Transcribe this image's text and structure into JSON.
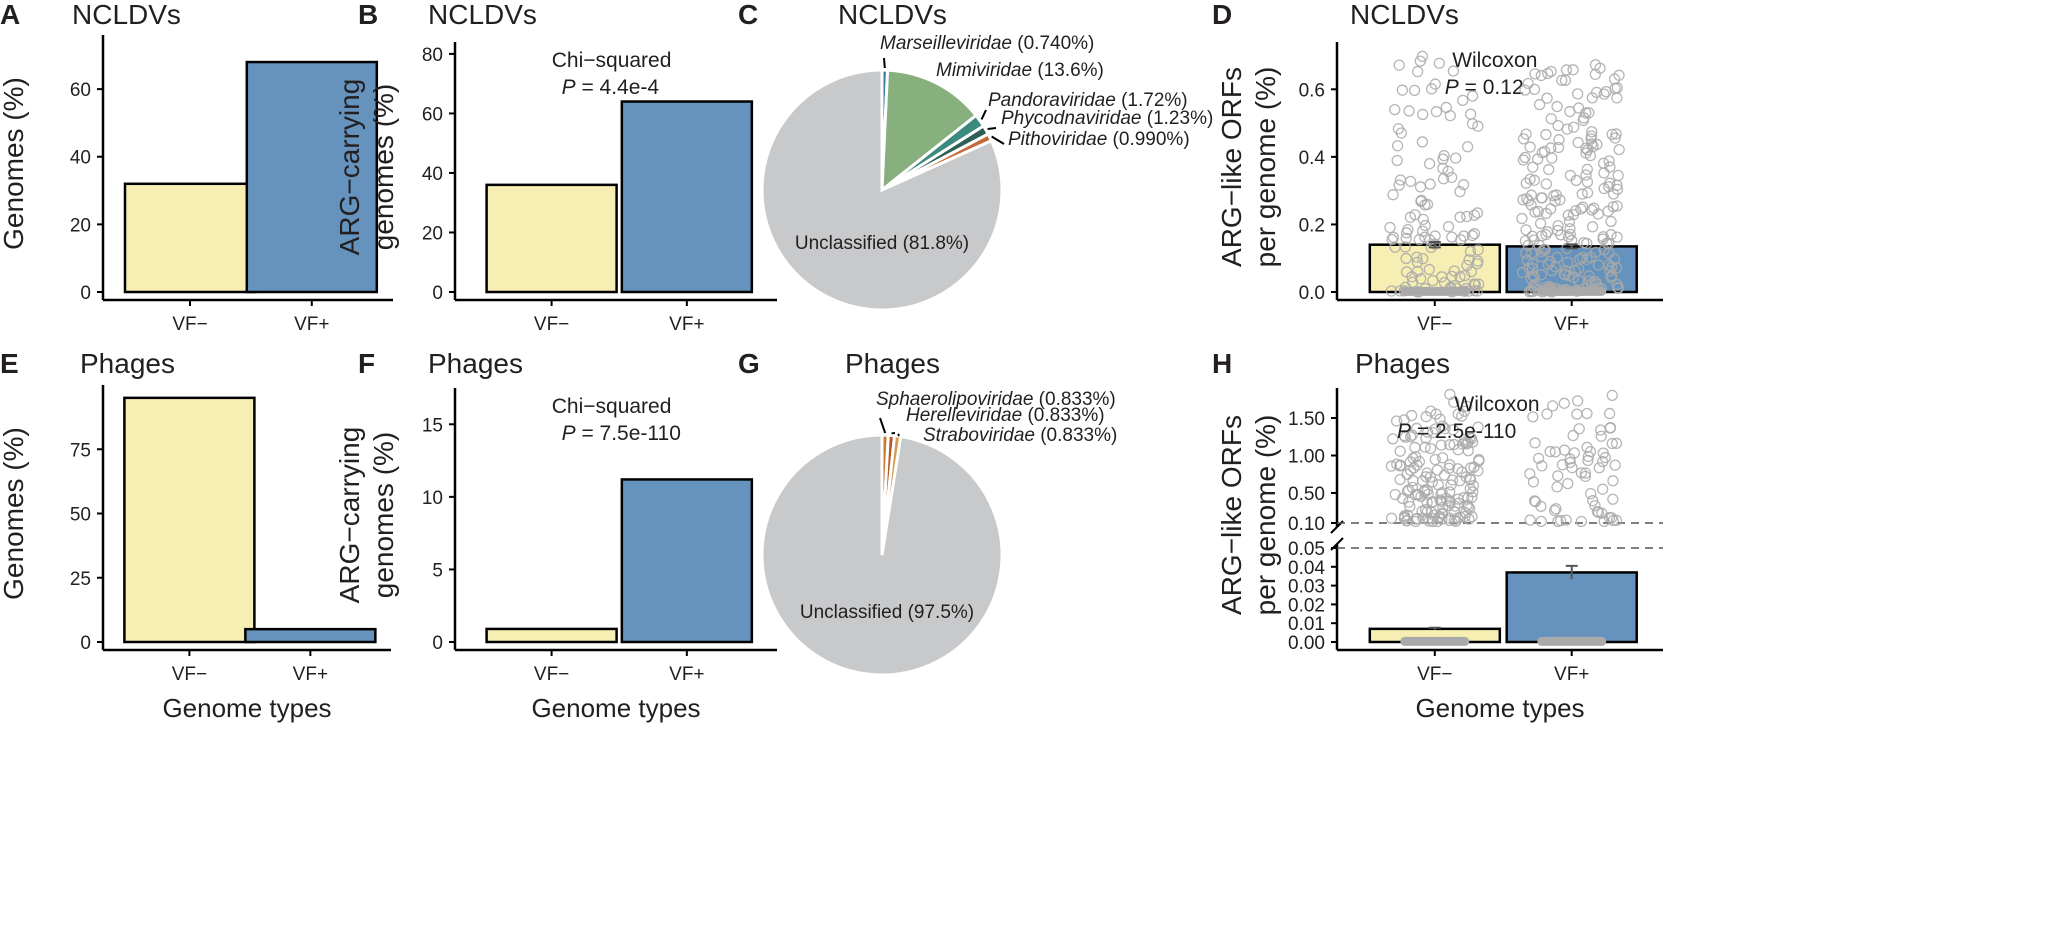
{
  "colors": {
    "vf_minus": "#f6eeb2",
    "vf_plus": "#6593bd",
    "unclassified": "#c8c9cb",
    "axis": "#000000",
    "points": "#a9a9a9"
  },
  "x_axis_title": "Genome types",
  "chart_data": [
    {
      "panel": "A",
      "type": "bar",
      "title": "NCLDVs",
      "ylabel": "Genomes (%)",
      "xlabel": "",
      "categories": [
        "VF−",
        "VF+"
      ],
      "values": [
        32,
        68
      ],
      "ylim": [
        0,
        76
      ],
      "yticks": [
        0,
        20,
        40,
        60
      ],
      "grid": false,
      "legend": "none"
    },
    {
      "panel": "B",
      "type": "bar",
      "title": "NCLDVs",
      "ylabel": "ARG−carrying genomes (%)",
      "ylabel_lines": [
        "ARG−carrying",
        "genomes (%)"
      ],
      "xlabel": "",
      "categories": [
        "VF−",
        "VF+"
      ],
      "values": [
        36,
        64
      ],
      "ylim": [
        0,
        84
      ],
      "yticks": [
        0,
        20,
        40,
        60,
        80
      ],
      "annotation": {
        "test": "Chi−squared",
        "p_prefix": "P",
        "p_rest": " = 4.4e-4"
      }
    },
    {
      "panel": "C",
      "type": "pie",
      "title": "NCLDVs",
      "slices": [
        {
          "label": "Marseilleviridae",
          "pct": "(0.740%)",
          "value": 0.74,
          "color": "#3a7ca5"
        },
        {
          "label": "Mimiviridae",
          "pct": "(13.6%)",
          "value": 13.6,
          "color": "#88b07e"
        },
        {
          "label": "Pandoraviridae",
          "pct": "(1.72%)",
          "value": 1.72,
          "color": "#3c8a7d"
        },
        {
          "label": "Phycodnaviridae",
          "pct": "(1.23%)",
          "value": 1.23,
          "color": "#2e5f57"
        },
        {
          "label": "Pithoviridae",
          "pct": "(0.990%)",
          "value": 0.99,
          "color": "#c26a3a"
        },
        {
          "label": "Unclassified",
          "pct": "(81.8%)",
          "value": 81.8,
          "color": "#c8c9cb"
        }
      ]
    },
    {
      "panel": "D",
      "type": "bar",
      "title": "NCLDVs",
      "ylabel": "ARG−like ORFs per genome (%)",
      "ylabel_lines": [
        "ARG−like ORFs",
        "per genome (%)"
      ],
      "xlabel": "",
      "categories": [
        "VF−",
        "VF+"
      ],
      "values": [
        0.14,
        0.135
      ],
      "errors": [
        0.008,
        0.006
      ],
      "ylim": [
        0,
        0.74
      ],
      "yticks": [
        0.0,
        0.2,
        0.4,
        0.6
      ],
      "tick_labels": [
        "0.0",
        "0.2",
        "0.4",
        "0.6"
      ],
      "points": "jittered open circles per genome, ranging 0 to ~0.7",
      "annotation": {
        "test": "Wilcoxon",
        "p_prefix": "P",
        "p_rest": " = 0.12"
      }
    },
    {
      "panel": "E",
      "type": "bar",
      "title": "Phages",
      "ylabel": "Genomes (%)",
      "xlabel": "Genome types",
      "categories": [
        "VF−",
        "VF+"
      ],
      "values": [
        95,
        5
      ],
      "ylim": [
        0,
        100
      ],
      "yticks": [
        0,
        25,
        50,
        75
      ]
    },
    {
      "panel": "F",
      "type": "bar",
      "title": "Phages",
      "ylabel": "ARG−carrying genomes (%)",
      "ylabel_lines": [
        "ARG−carrying",
        "genomes (%)"
      ],
      "xlabel": "Genome types",
      "categories": [
        "VF−",
        "VF+"
      ],
      "values": [
        0.9,
        11.2
      ],
      "ylim": [
        0,
        17.5
      ],
      "yticks": [
        0,
        5,
        10,
        15
      ],
      "annotation": {
        "test": "Chi−squared",
        "p_prefix": "P",
        "p_rest": " = 7.5e-110"
      }
    },
    {
      "panel": "G",
      "type": "pie",
      "title": "Phages",
      "slices": [
        {
          "label": "Sphaerolipoviridae",
          "pct": "(0.833%)",
          "value": 0.833,
          "color": "#c97b2a"
        },
        {
          "label": "Herelleviridae",
          "pct": "(0.833%)",
          "value": 0.833,
          "color": "#b5562c"
        },
        {
          "label": "Straboviridae",
          "pct": "(0.833%)",
          "value": 0.833,
          "color": "#d69a4a"
        },
        {
          "label": "Unclassified",
          "pct": "(97.5%)",
          "value": 97.5,
          "color": "#c8c9cb"
        }
      ]
    },
    {
      "panel": "H",
      "type": "bar",
      "title": "Phages",
      "ylabel": "ARG−like ORFs per genome (%)",
      "ylabel_lines": [
        "ARG−like ORFs",
        "per genome (%)"
      ],
      "xlabel": "Genome types",
      "categories": [
        "VF−",
        "VF+"
      ],
      "values": [
        0.007,
        0.037
      ],
      "errors": [
        0.0006,
        0.0035
      ],
      "broken_axis": true,
      "lower_segment": {
        "ylim": [
          0,
          0.05
        ],
        "yticks": [
          0.0,
          0.01,
          0.02,
          0.03,
          0.04,
          0.05
        ],
        "tick_labels": [
          "0.00",
          "0.01",
          "0.02",
          "0.03",
          "0.04",
          "0.05"
        ]
      },
      "upper_segment": {
        "ylim": [
          0.1,
          1.9
        ],
        "yticks": [
          0.1,
          0.5,
          1.0,
          1.5
        ],
        "tick_labels": [
          "0.10",
          "0.50",
          "1.00",
          "1.50"
        ]
      },
      "points": "jittered open circles per genome, upper segment 0.1 to ~1.85",
      "annotation": {
        "test": "Wilcoxon",
        "p_prefix": "P",
        "p_rest": " = 2.5e-110"
      }
    }
  ]
}
